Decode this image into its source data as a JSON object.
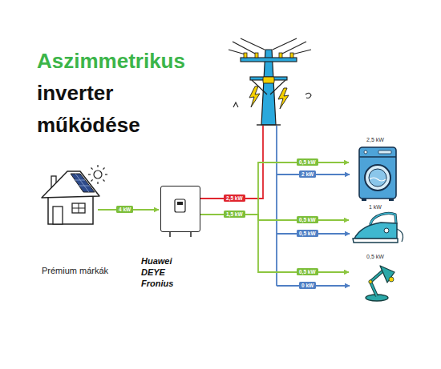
{
  "diagram": {
    "title": "Aszimmetrikus inverter működése",
    "nodes": [
      {
        "text": [
          "Huawei DEYE Fronius"
        ]
      },
      {
        "text": [
          "2,5 kW"
        ]
      },
      {
        "text": [
          "1 kW"
        ]
      },
      {
        "text": [
          "0,5 kW"
        ]
      }
    ],
    "edges": [
      {
        "from": 0,
        "to": 1,
        "arrow": "to",
        "label": "0,5 kW"
      },
      {
        "from": 0,
        "to": 2,
        "arrow": "to",
        "label": "0,5 kW"
      },
      {
        "from": 0,
        "to": 3,
        "arrow": "to",
        "label": "0,5 kW"
      }
    ],
    "labels": [
      "4 kW",
      "2,5 kW",
      "1,5 kW",
      "2 kW",
      "0,5 kW",
      "0 kW",
      "Prémium márkák"
    ]
  }
}
